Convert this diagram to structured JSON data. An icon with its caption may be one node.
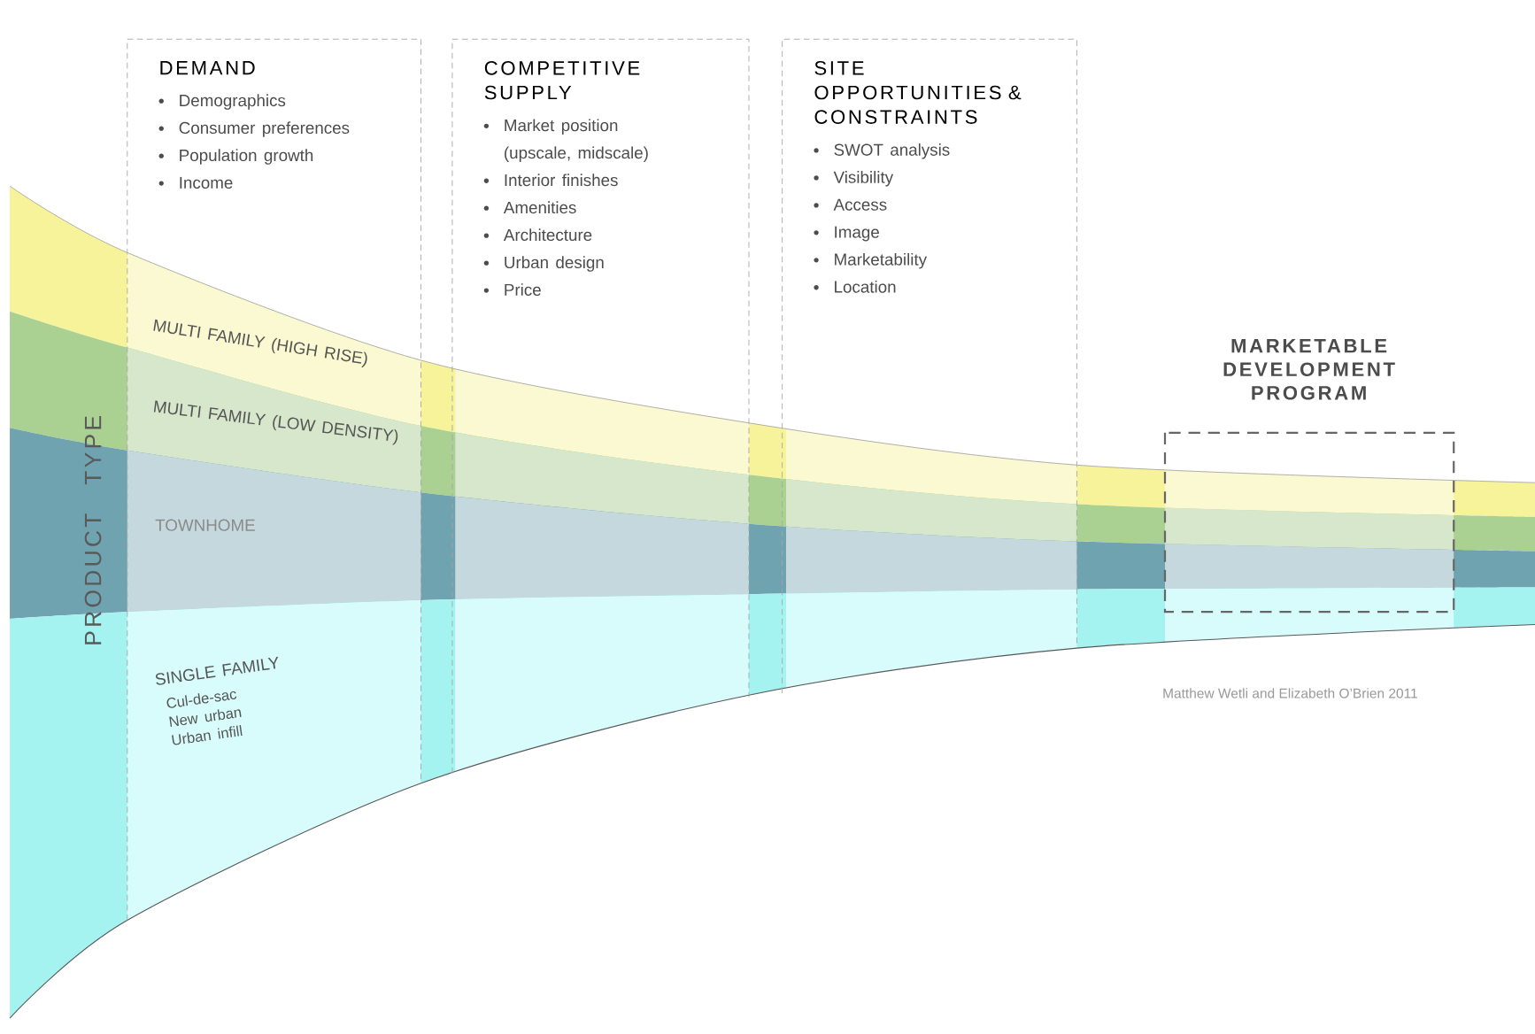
{
  "diagram": {
    "nodes": [
      {
        "text": [
          "DEMAND",
          "Demographics",
          "Consumer preferences",
          "Population growth",
          "Income"
        ]
      },
      {
        "text": [
          "COMPETITIVE SUPPLY",
          "Market position (upscale, midscale)",
          "Interior finishes",
          "Amenities",
          "Architecture",
          "Urban design",
          "Price"
        ]
      },
      {
        "text": [
          "SITE OPPORTUNITIES & CONSTRAINTS",
          "SWOT analysis",
          "Visibility",
          "Access",
          "Image",
          "Marketability",
          "Location"
        ]
      },
      {
        "text": [
          "MARKETABLE DEVELOPMENT PROGRAM"
        ]
      },
      {
        "text": [
          "MULTI FAMILY (HIGH RISE)"
        ]
      },
      {
        "text": [
          "MULTI FAMILY (LOW DENSITY)"
        ]
      },
      {
        "text": [
          "TOWNHOME"
        ]
      },
      {
        "text": [
          "SINGLE FAMILY",
          "Cul-de-sac New urban Urban infill"
        ]
      }
    ],
    "labels": [
      "PRODUCT TYPE",
      "Matthew Wetli and Elizabeth O’Brien 2011"
    ]
  }
}
